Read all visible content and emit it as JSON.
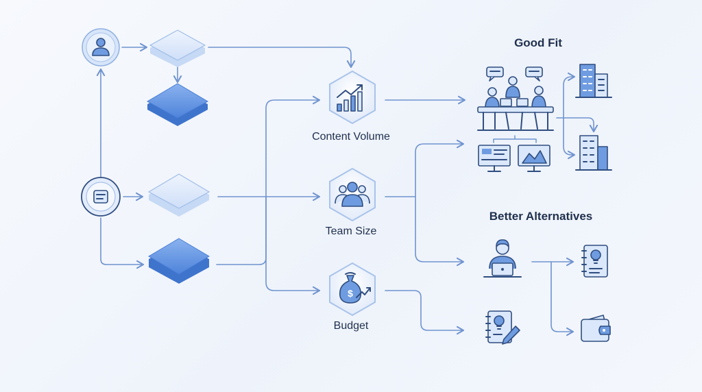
{
  "labels": {
    "content_volume": "Content Volume",
    "team_size": "Team Size",
    "budget": "Budget"
  },
  "headings": {
    "good_fit": "Good Fit",
    "better_alternatives": "Better Alternatives"
  },
  "colors": {
    "line": "#6f93cf",
    "node_dark": "#5b8fe0",
    "node_light": "#dde9fb",
    "icon_stroke": "#2f4d80",
    "text": "#1f2f4d"
  },
  "icons": [
    "user-icon",
    "document-icon",
    "growth-chart-icon",
    "team-icon",
    "money-bag-icon",
    "meeting-team-icon",
    "monitor-icon",
    "building-icon",
    "laptop-user-icon",
    "notebook-idea-icon",
    "wallet-icon",
    "notepad-pen-icon"
  ]
}
